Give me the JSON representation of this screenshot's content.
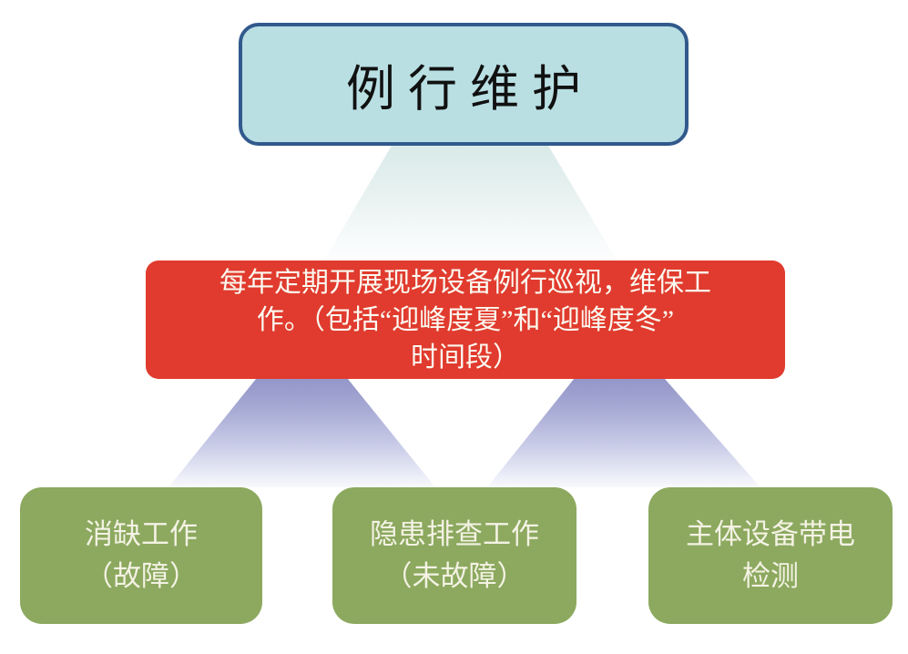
{
  "diagram": {
    "top_box": {
      "label": "例行维护"
    },
    "middle_box": {
      "lines": [
        "每年定期开展现场设备例行巡视，维保工",
        "作。（包括“迎峰度夏”和“迎峰度冬”",
        "时间段）"
      ]
    },
    "bottom_boxes": [
      {
        "lines": [
          "消缺工作",
          "（故障）"
        ]
      },
      {
        "lines": [
          "隐患排查工作",
          "（未故障）"
        ]
      },
      {
        "lines": [
          "主体设备带电",
          "检测"
        ]
      }
    ],
    "colors": {
      "top_box_fill": "#b9dfe3",
      "top_box_border": "#31598c",
      "middle_box_fill": "#e03b2e",
      "bottom_box_fill": "#8ca95f",
      "top_beam_gradient_start": "#d9eae8",
      "bottom_beam_gradient_start": "#9396c8",
      "beam_gradient_end": "#fcfdfe",
      "top_text": "#111111",
      "light_text": "#fbf9f0"
    }
  }
}
